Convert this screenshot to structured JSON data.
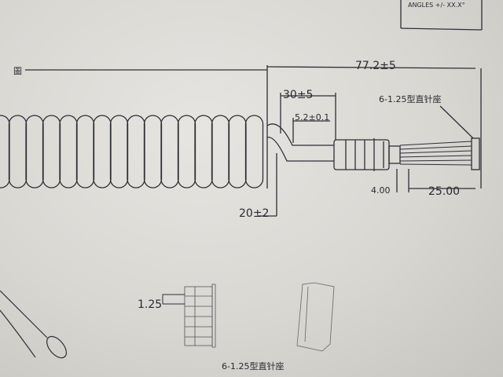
{
  "title_block": {
    "angles_note": "ANGLES +/- XX.X°"
  },
  "view_label": "圖",
  "dimensions": {
    "overall_length": "77.2±5",
    "strain_relief_length": "30±5",
    "cable_diameter": "5.2±0.1",
    "coil_offset": "20±2",
    "connector_length": "4.00",
    "wire_length": "25.00",
    "pin_pitch": "1.25"
  },
  "connector_label_top": "6-1.25型直针座",
  "connector_label_bottom": "6-1.25型直针座"
}
